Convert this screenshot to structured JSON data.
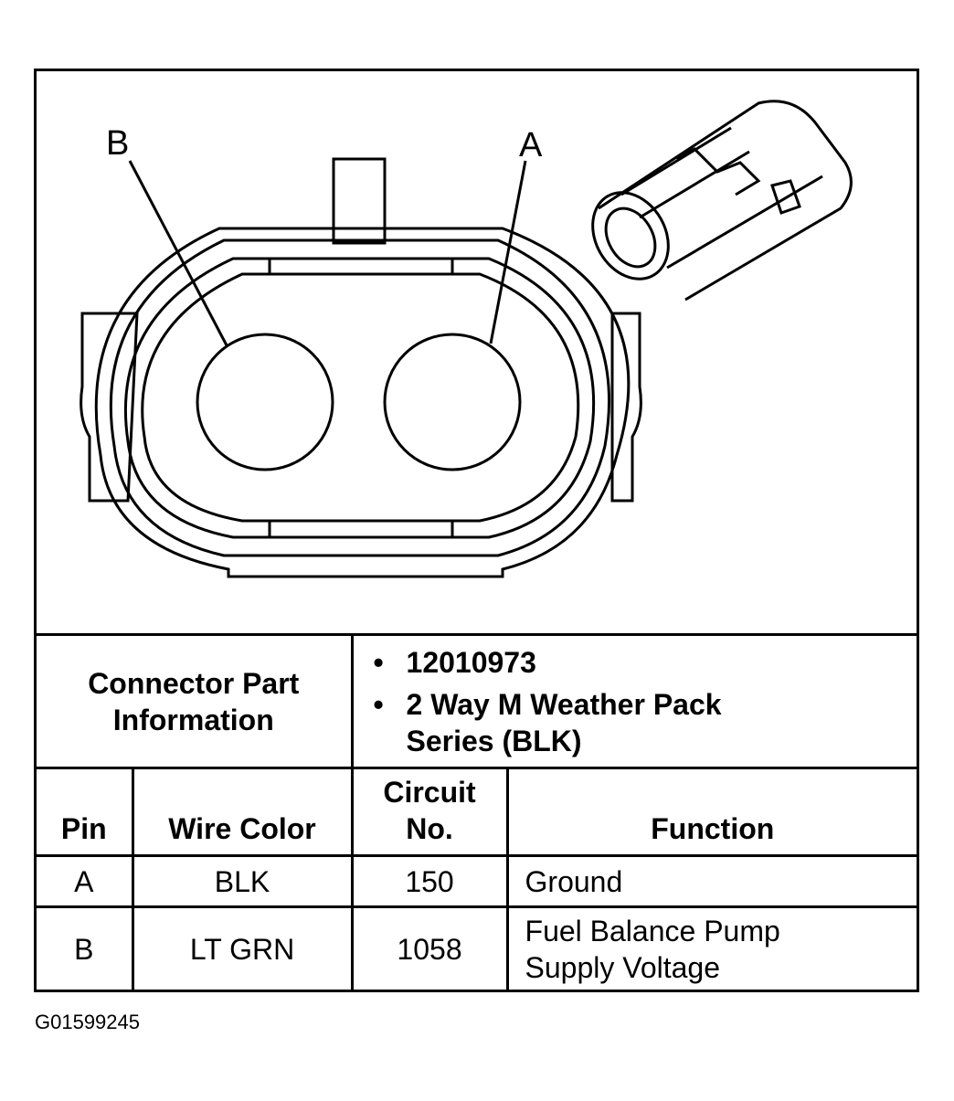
{
  "diagram": {
    "pin_labels": {
      "b": "B",
      "a": "A"
    }
  },
  "connector_info": {
    "label_line1": "Connector Part",
    "label_line2": "Information",
    "part_number": "12010973",
    "description_line1": "2 Way M Weather Pack",
    "description_line2": "Series (BLK)"
  },
  "table": {
    "headers": {
      "pin": "Pin",
      "wire_color": "Wire Color",
      "circuit_line1": "Circuit",
      "circuit_line2": "No.",
      "function": "Function"
    },
    "rows": [
      {
        "pin": "A",
        "wire_color": "BLK",
        "circuit": "150",
        "function_line1": "Ground",
        "function_line2": ""
      },
      {
        "pin": "B",
        "wire_color": "LT GRN",
        "circuit": "1058",
        "function_line1": "Fuel Balance Pump",
        "function_line2": "Supply Voltage"
      }
    ]
  },
  "figure_id": "G01599245"
}
